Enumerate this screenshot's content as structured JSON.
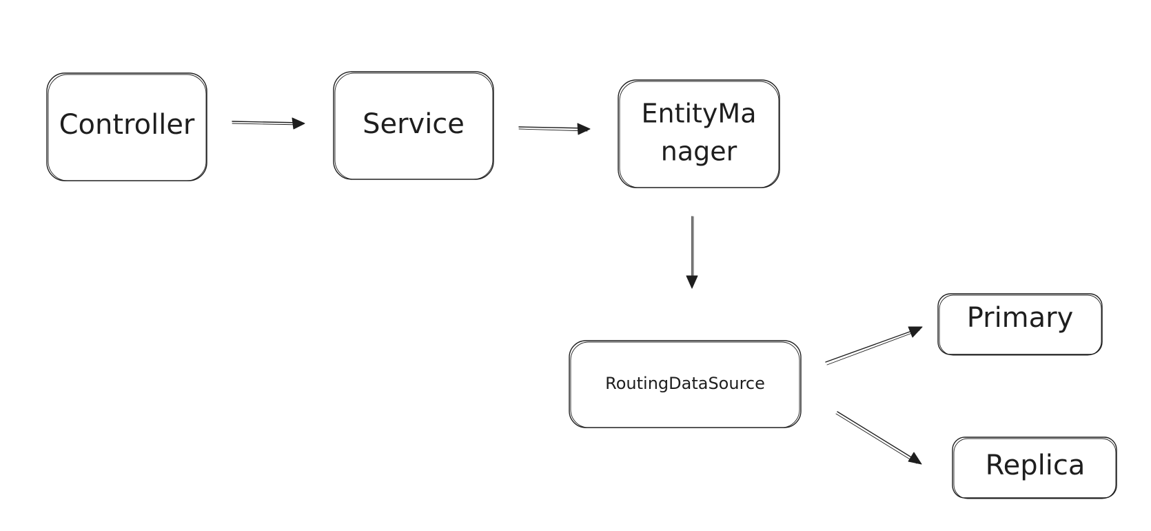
{
  "diagram": {
    "nodes": {
      "controller": {
        "label": "Controller"
      },
      "service": {
        "label": "Service"
      },
      "entity_manager": {
        "label_line1": "EntityMa",
        "label_line2": "nager"
      },
      "routing_data_source": {
        "label": "RoutingDataSource"
      },
      "primary": {
        "label": "Primary"
      },
      "replica": {
        "label": "Replica"
      }
    },
    "edges": [
      {
        "from": "Controller",
        "to": "Service"
      },
      {
        "from": "Service",
        "to": "EntityManager"
      },
      {
        "from": "EntityManager",
        "to": "RoutingDataSource"
      },
      {
        "from": "RoutingDataSource",
        "to": "Primary"
      },
      {
        "from": "RoutingDataSource",
        "to": "Replica"
      }
    ],
    "colors": {
      "stroke": "#1e1e1e",
      "background": "#ffffff"
    }
  }
}
